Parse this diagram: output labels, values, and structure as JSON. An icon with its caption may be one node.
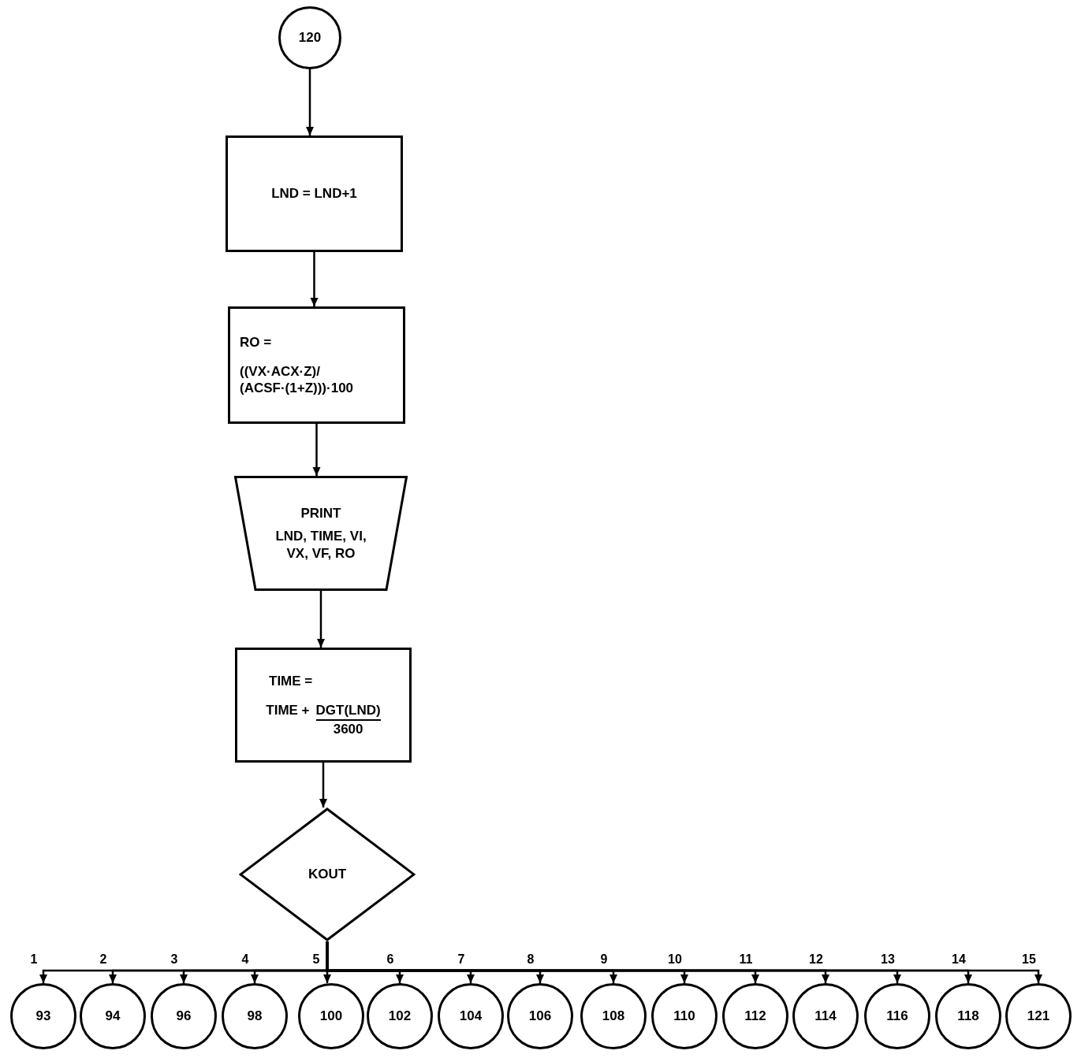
{
  "diagram": {
    "nodes": [
      {
        "text": [
          "120"
        ]
      },
      {
        "text": [
          "LND = LND+1"
        ]
      },
      {
        "text": [
          "RO =",
          "((VX·ACX·Z)/ (ACSF·(1+Z)))·100"
        ]
      },
      {
        "text": [
          "PRINT",
          "LND, TIME, VI, VX, VF, RO"
        ]
      },
      {
        "text": [
          "TIME =",
          "TIME +",
          "DGT(LND)",
          "3600"
        ]
      },
      {
        "text": [
          "KOUT"
        ]
      },
      {
        "text": [
          "93"
        ]
      },
      {
        "text": [
          "94"
        ]
      },
      {
        "text": [
          "96"
        ]
      },
      {
        "text": [
          "98"
        ]
      },
      {
        "text": [
          "100"
        ]
      },
      {
        "text": [
          "102"
        ]
      },
      {
        "text": [
          "104"
        ]
      },
      {
        "text": [
          "106"
        ]
      },
      {
        "text": [
          "108"
        ]
      },
      {
        "text": [
          "110"
        ]
      },
      {
        "text": [
          "112"
        ]
      },
      {
        "text": [
          "114"
        ]
      },
      {
        "text": [
          "116"
        ]
      },
      {
        "text": [
          "118"
        ]
      },
      {
        "text": [
          "121"
        ]
      }
    ],
    "edges": [
      {
        "from": 0,
        "to": 1,
        "arrow": "to"
      },
      {
        "from": 1,
        "to": 2,
        "arrow": "to"
      },
      {
        "from": 2,
        "to": 3,
        "arrow": "to"
      },
      {
        "from": 3,
        "to": 4,
        "arrow": "to"
      },
      {
        "from": 4,
        "to": 5,
        "arrow": "to"
      },
      {
        "from": 5,
        "to": 6,
        "arrow": "to",
        "label": "1"
      },
      {
        "from": 5,
        "to": 7,
        "arrow": "to",
        "label": "2"
      },
      {
        "from": 5,
        "to": 8,
        "arrow": "to",
        "label": "3"
      },
      {
        "from": 5,
        "to": 9,
        "arrow": "to",
        "label": "4"
      },
      {
        "from": 5,
        "to": 10,
        "arrow": "to",
        "label": "5"
      },
      {
        "from": 5,
        "to": 11,
        "arrow": "to",
        "label": "6"
      },
      {
        "from": 5,
        "to": 12,
        "arrow": "to",
        "label": "7"
      },
      {
        "from": 5,
        "to": 13,
        "arrow": "to",
        "label": "8"
      },
      {
        "from": 5,
        "to": 14,
        "arrow": "to",
        "label": "9"
      },
      {
        "from": 5,
        "to": 15,
        "arrow": "to",
        "label": "10"
      },
      {
        "from": 5,
        "to": 16,
        "arrow": "to",
        "label": "11"
      },
      {
        "from": 5,
        "to": 17,
        "arrow": "to",
        "label": "12"
      },
      {
        "from": 5,
        "to": 18,
        "arrow": "to",
        "label": "13"
      },
      {
        "from": 5,
        "to": 19,
        "arrow": "to",
        "label": "14"
      },
      {
        "from": 5,
        "to": 20,
        "arrow": "to",
        "label": "15"
      }
    ]
  }
}
